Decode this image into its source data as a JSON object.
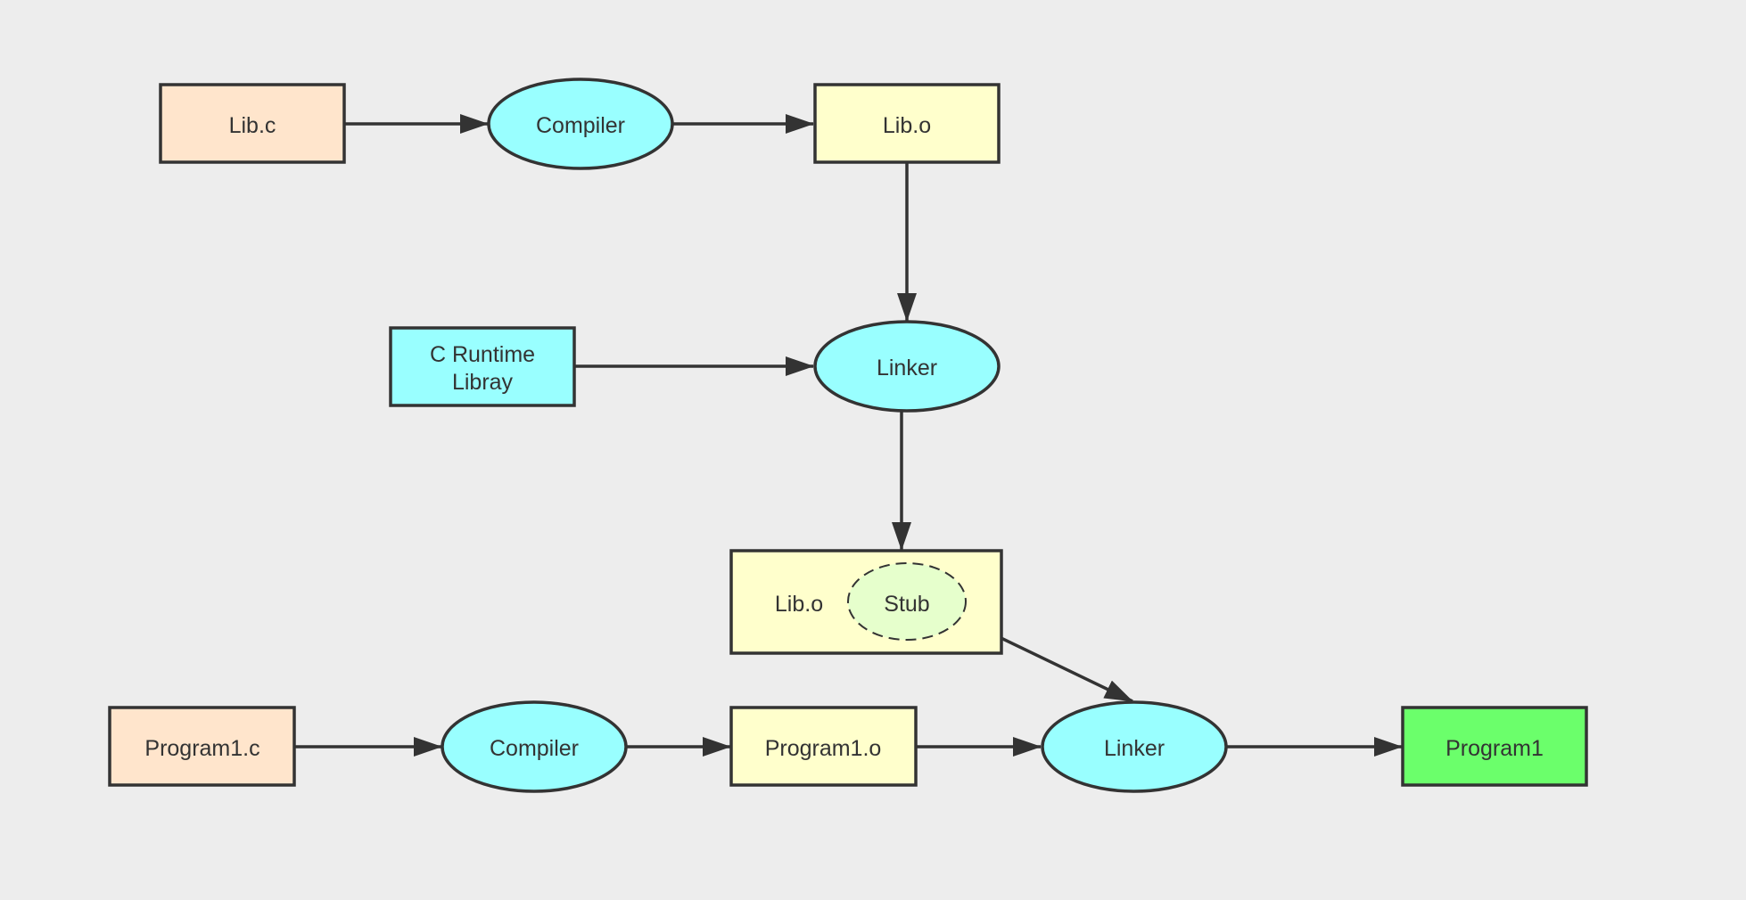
{
  "diagram": {
    "colors": {
      "background": "#ededed",
      "stroke": "#333333",
      "source_file": "#ffe5cc",
      "object_file": "#ffffcc",
      "tool": "#99ffff",
      "output": "#6bff6b",
      "stub": "#e6ffcc"
    },
    "nodes": {
      "lib_c": {
        "label": "Lib.c"
      },
      "compiler_top": {
        "label": "Compiler"
      },
      "lib_o_top": {
        "label": "Lib.o"
      },
      "c_runtime": {
        "label_line1": "C Runtime",
        "label_line2": "Libray"
      },
      "linker_top": {
        "label": "Linker"
      },
      "lib_o_stub": {
        "label": "Lib.o"
      },
      "stub": {
        "label": "Stub"
      },
      "program1_c": {
        "label": "Program1.c"
      },
      "compiler_bottom": {
        "label": "Compiler"
      },
      "program1_o": {
        "label": "Program1.o"
      },
      "linker_bottom": {
        "label": "Linker"
      },
      "program1": {
        "label": "Program1"
      }
    },
    "edges": [
      {
        "from": "lib_c",
        "to": "compiler_top"
      },
      {
        "from": "compiler_top",
        "to": "lib_o_top"
      },
      {
        "from": "lib_o_top",
        "to": "linker_top"
      },
      {
        "from": "c_runtime",
        "to": "linker_top"
      },
      {
        "from": "linker_top",
        "to": "lib_o_stub"
      },
      {
        "from": "stub",
        "to": "linker_bottom"
      },
      {
        "from": "program1_c",
        "to": "compiler_bottom"
      },
      {
        "from": "compiler_bottom",
        "to": "program1_o"
      },
      {
        "from": "program1_o",
        "to": "linker_bottom"
      },
      {
        "from": "linker_bottom",
        "to": "program1"
      }
    ]
  }
}
